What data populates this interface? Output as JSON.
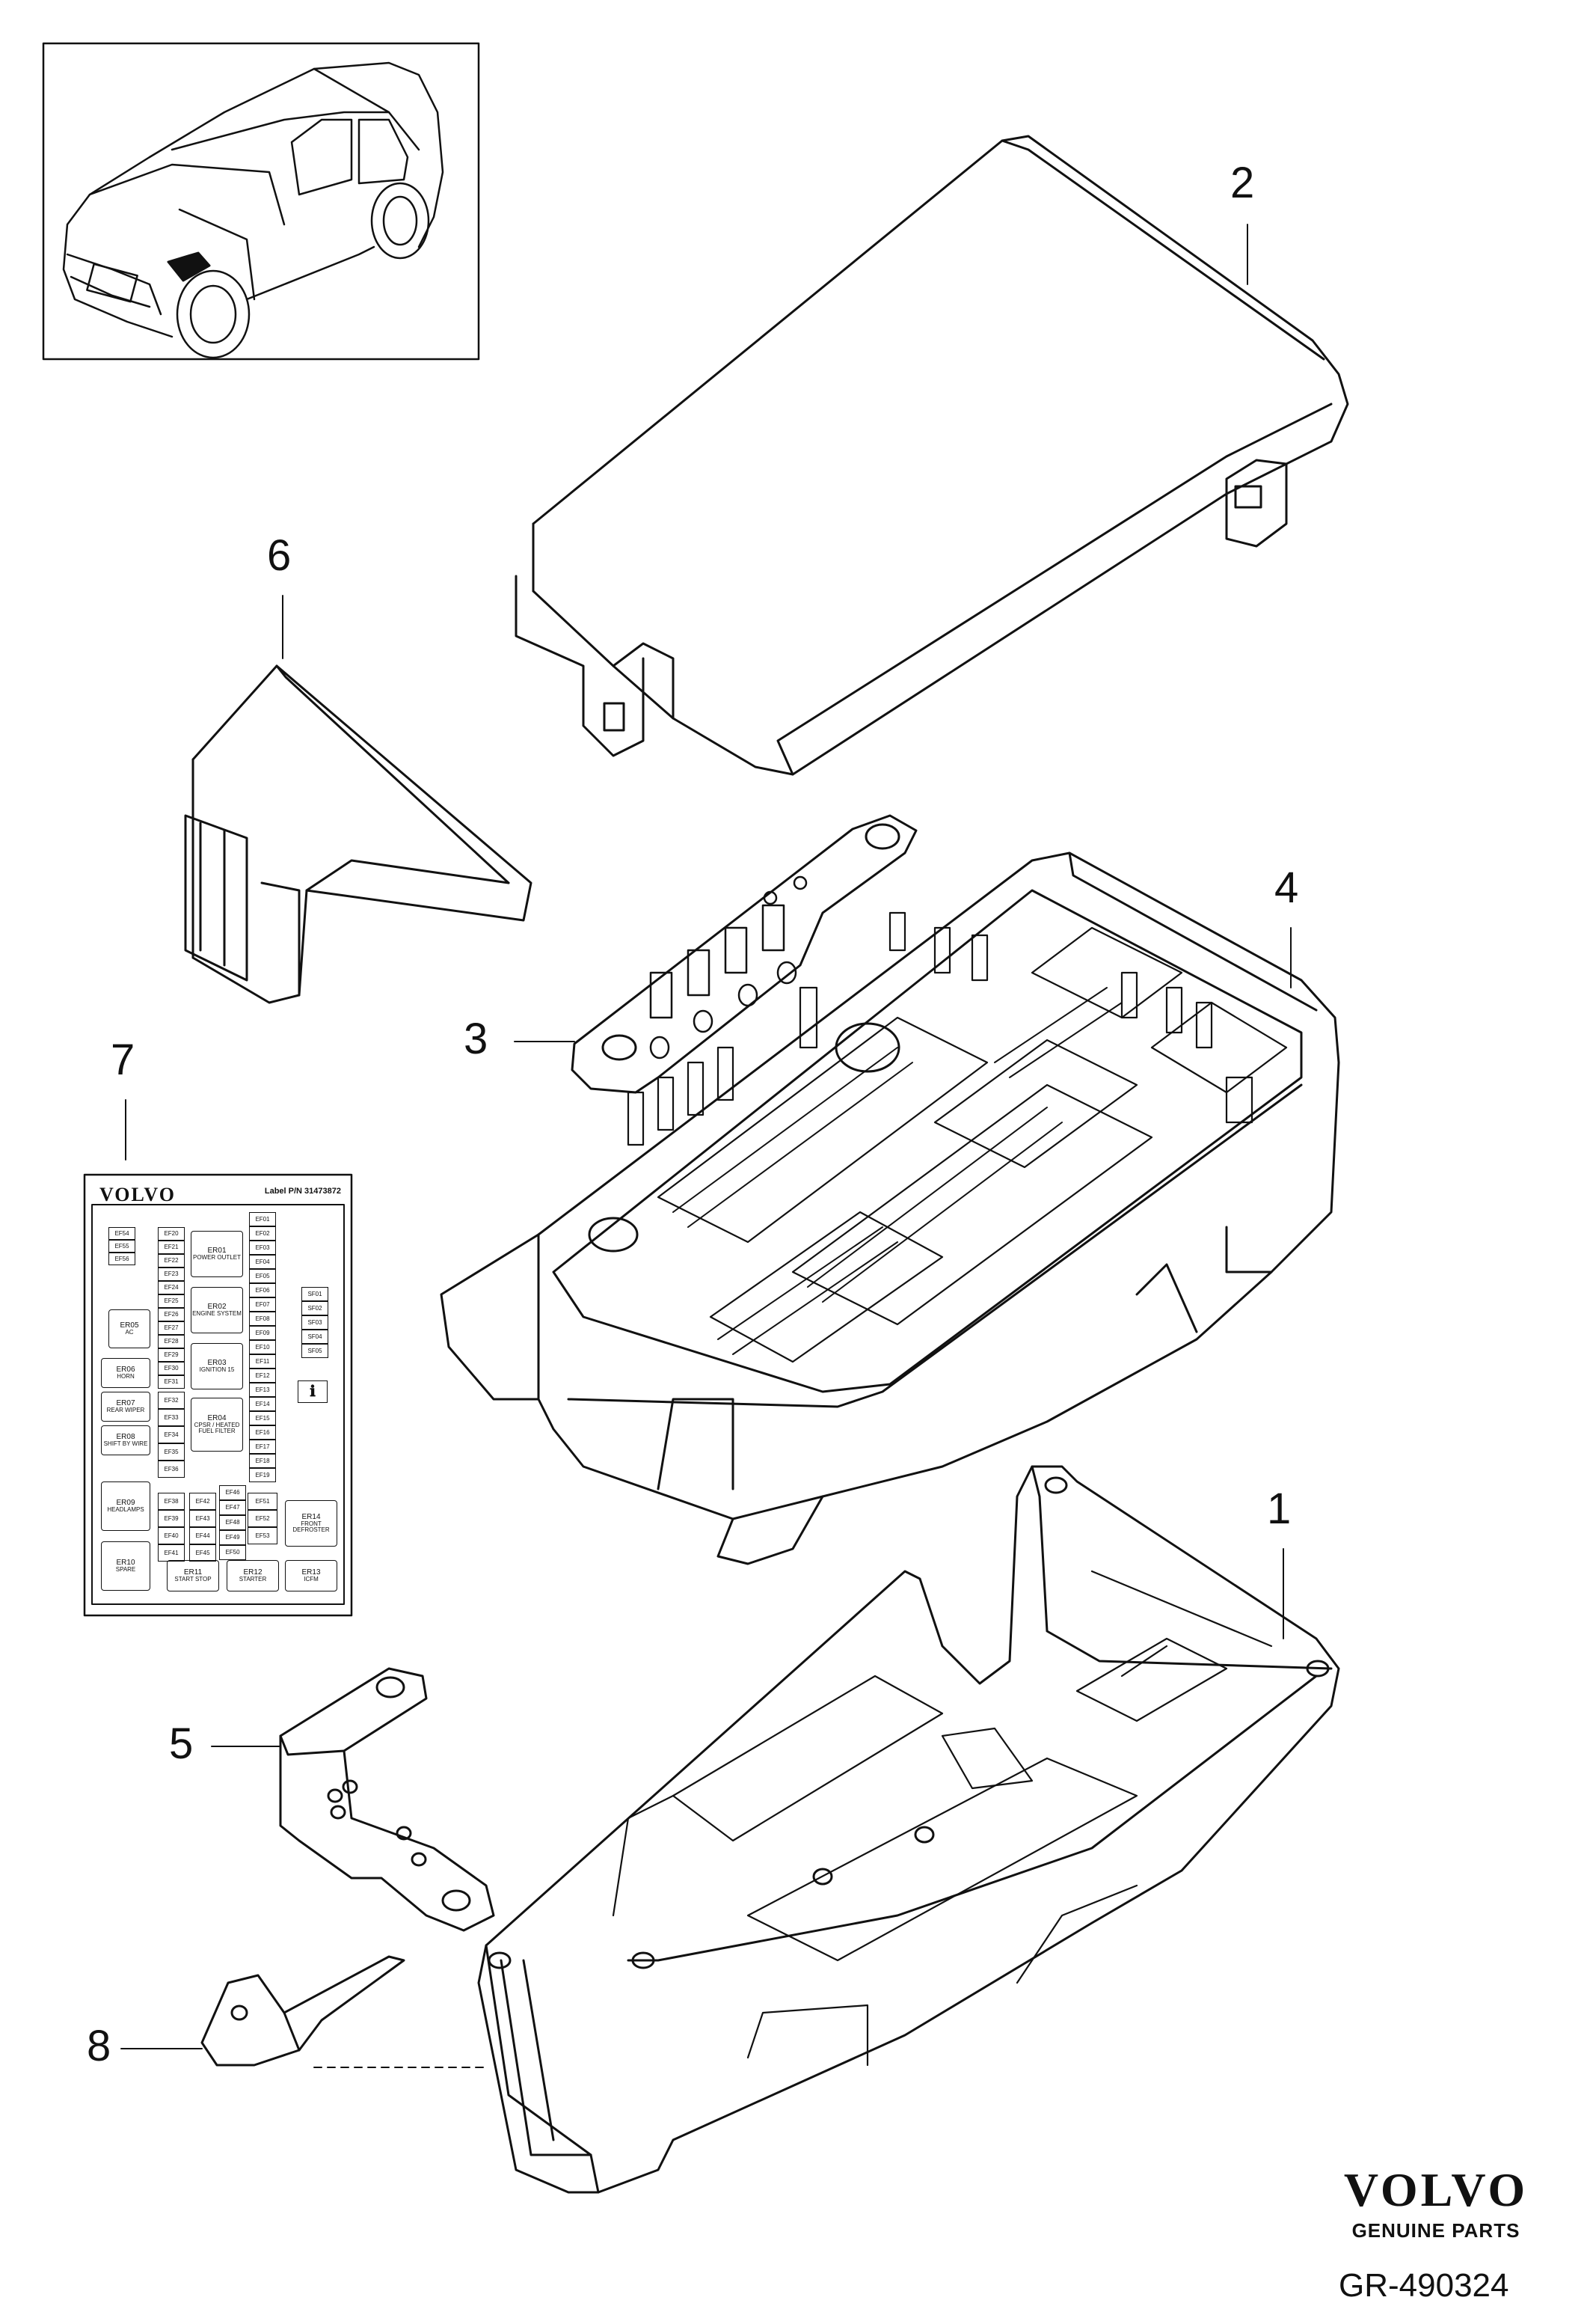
{
  "callouts": {
    "c1": "1",
    "c2": "2",
    "c3": "3",
    "c4": "4",
    "c5": "5",
    "c6": "6",
    "c7": "7",
    "c8": "8"
  },
  "label": {
    "brand": "VOLVO",
    "part_no": "Label P/N 31473872",
    "relays": {
      "er01": "ER01",
      "er01_desc": "POWER OUTLET",
      "er02": "ER02",
      "er02_desc": "ENGINE SYSTEM",
      "er03": "ER03",
      "er03_desc": "IGNITION 15",
      "er04": "ER04",
      "er04_desc": "CPSR / HEATED FUEL FILTER",
      "er05": "ER05",
      "er05_desc": "AC",
      "er06": "ER06",
      "er06_desc": "HORN",
      "er07": "ER07",
      "er07_desc": "REAR WIPER",
      "er08": "ER08",
      "er08_desc": "SHIFT BY WIRE",
      "er09": "ER09",
      "er09_desc": "HEADLAMPS",
      "er10": "ER10",
      "er10_desc": "SPARE",
      "er11": "ER11",
      "er11_desc": "START STOP",
      "er12": "ER12",
      "er12_desc": "STARTER",
      "er13": "ER13",
      "er13_desc": "ICFM",
      "er14": "ER14",
      "er14_desc": "FRONT DEFROSTER"
    },
    "fuses_left": [
      "EF54",
      "EF55",
      "EF56"
    ],
    "fuses_col_a": [
      "EF20",
      "EF21",
      "EF22",
      "EF23",
      "EF24",
      "EF25",
      "EF26",
      "EF27",
      "EF28",
      "EF29",
      "EF30",
      "EF31"
    ],
    "fuses_col_b": [
      "EF32",
      "EF33",
      "EF34",
      "EF35",
      "EF36"
    ],
    "fuses_col_c": [
      "EF01",
      "EF02",
      "EF03",
      "EF04",
      "EF05",
      "EF06",
      "EF07",
      "EF08",
      "EF09",
      "EF10",
      "EF11",
      "EF12",
      "EF13",
      "EF14",
      "EF15",
      "EF16",
      "EF17",
      "EF18",
      "EF19"
    ],
    "fuses_sf": [
      "SF01",
      "SF02",
      "SF03",
      "SF04",
      "SF05"
    ],
    "fuses_bottom_a": [
      "EF38",
      "EF39",
      "EF40",
      "EF41"
    ],
    "fuses_bottom_b": [
      "EF42",
      "EF43",
      "EF44",
      "EF45"
    ],
    "fuses_bottom_c": [
      "EF46",
      "EF47",
      "EF48",
      "EF49",
      "EF50"
    ],
    "fuses_bottom_d": [
      "EF51",
      "EF52",
      "EF53"
    ],
    "info_icon": "info-icon"
  },
  "footer": {
    "brand": "VOLVO",
    "tagline": "GENUINE PARTS",
    "drawing_number": "GR-490324"
  }
}
